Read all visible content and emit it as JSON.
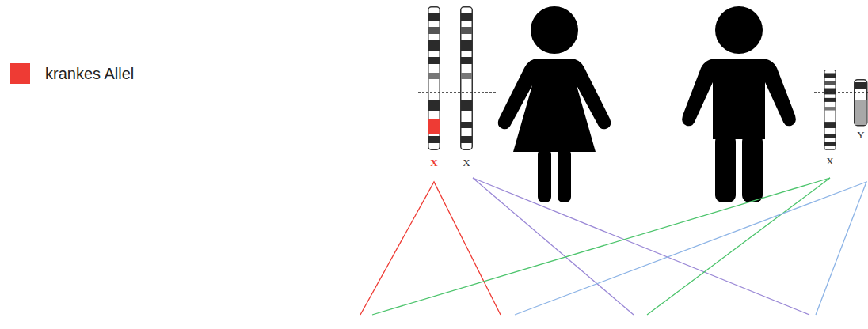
{
  "diagram": {
    "labels": [
      "X",
      "X",
      "X",
      "Y"
    ],
    "legend": [
      {
        "text": "krankes Allel",
        "color": "#ee3b34"
      }
    ]
  }
}
